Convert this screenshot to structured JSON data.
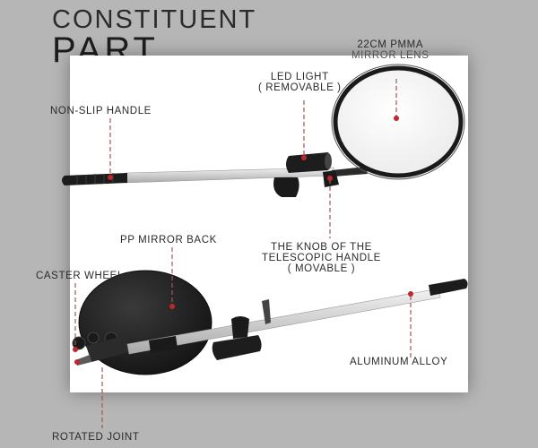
{
  "heading": {
    "line1": "CONSTITUENT",
    "line2": "PART"
  },
  "labels": {
    "mirror_lens_1": "22CM PMMA",
    "mirror_lens_2": "MIRROR LENS",
    "led_1": "LED LIGHT",
    "led_2": "( REMOVABLE )",
    "handle": "NON-SLIP HANDLE",
    "knob_1": "THE KNOB OF THE",
    "knob_2": "TELESCOPIC HANDLE",
    "knob_3": "( MOVABLE )",
    "mirror_back": "PP MIRROR BACK",
    "caster": "CASTER WHEEL",
    "alloy": "ALUMINUM ALLOY",
    "joint": "ROTATED JOINT"
  },
  "colors": {
    "background": "#b6b6b6",
    "panel": "#ffffff",
    "marker": "#c0272d",
    "leader": "#9b5a55",
    "tube": "#d6d6d6",
    "dark_part": "#1e1e1e"
  }
}
